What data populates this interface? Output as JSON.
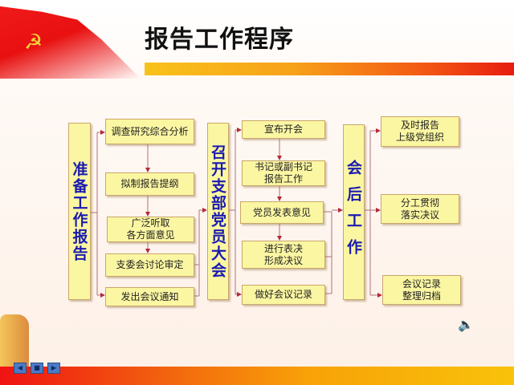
{
  "title": "报告工作程序",
  "stages": [
    {
      "label": "准备工作报告",
      "steps": [
        "调查研究综合分析",
        "拟制报告提纲",
        "广泛听取\n各方面意见",
        "支委会讨论审定",
        "发出会议通知"
      ]
    },
    {
      "label": "召开支部党员大会",
      "steps": [
        "宣布开会",
        "书记或副书记\n报告工作",
        "党员发表意见",
        "进行表决\n形成决议",
        "做好会议记录"
      ]
    },
    {
      "label": "会后工作",
      "steps": [
        "及时报告\n上级党组织",
        "分工贯彻\n落实决议",
        "会议记录\n整理归档"
      ]
    }
  ],
  "nav": {
    "prev": "◀",
    "home": "■",
    "next": "▶"
  },
  "icons": {
    "emblem": "hammer-sickle-icon",
    "speaker": "speaker-icon"
  },
  "colors": {
    "box_fill": "#fbf6a2",
    "stage_text": "#1a1ab0",
    "arrow": "#b5283a"
  }
}
